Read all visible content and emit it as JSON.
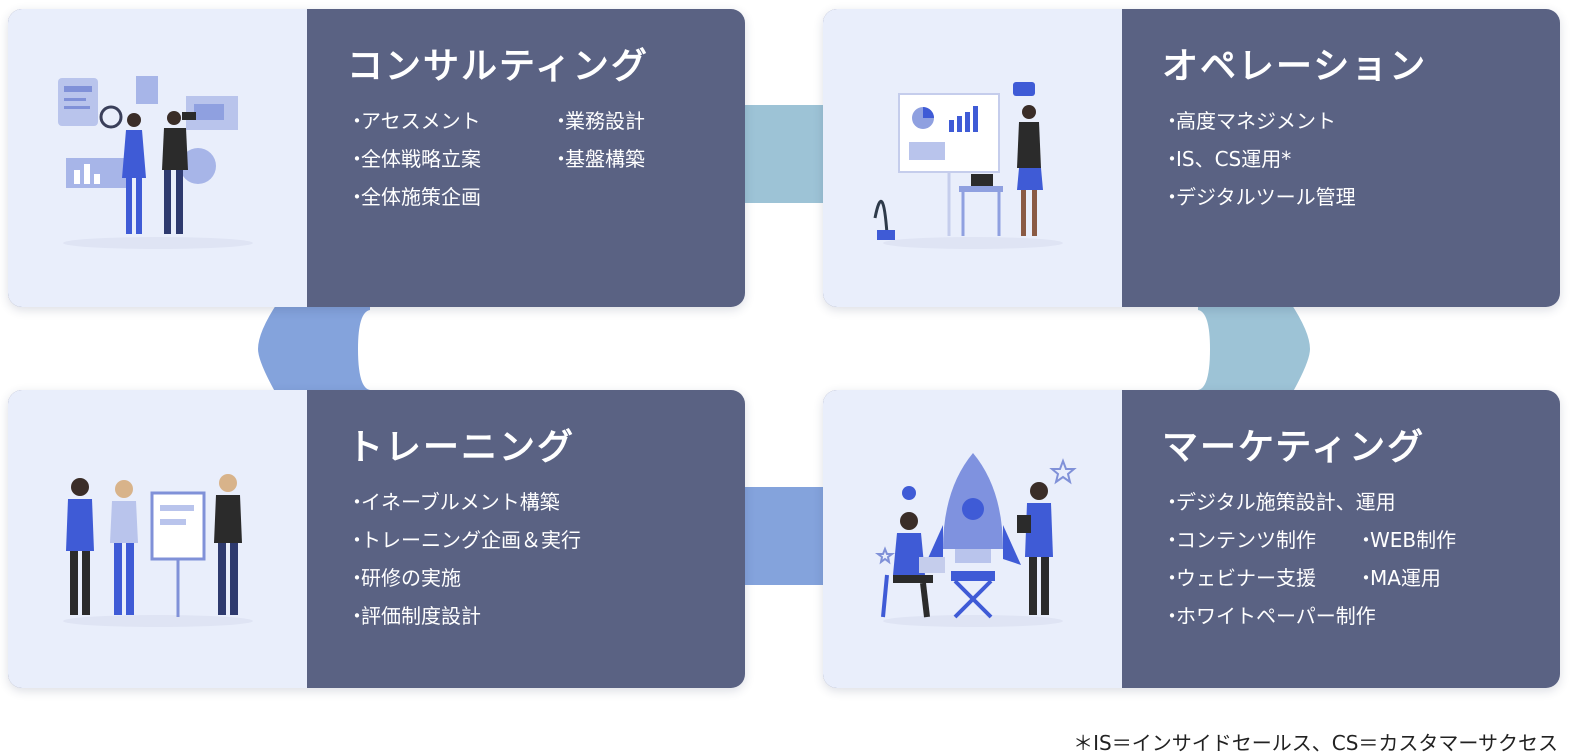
{
  "cards": [
    {
      "title": "コンサルティング",
      "items": [
        "アセスメント",
        "全体戦略立案",
        "全体施策企画",
        "業務設計",
        "基盤構築"
      ]
    },
    {
      "title": "オペレーション",
      "items": [
        "高度マネジメント",
        "IS、CS運用*",
        "デジタルツール管理"
      ]
    },
    {
      "title": "トレーニング",
      "items": [
        "イネーブルメント構築",
        "トレーニング企画＆実行",
        "研修の実施",
        "評価制度設計"
      ]
    },
    {
      "title": "マーケティング",
      "items": [
        "デジタル施策設計、運用",
        "コンテンツ制作",
        "WEB制作",
        "ウェビナー支援",
        "MA運用",
        "ホワイトペーパー制作"
      ]
    }
  ],
  "bullet": "・",
  "footnote": "＊IS＝インサイドセールス、CS＝カスタマーサクセス",
  "colors": {
    "card_bg": "#5a6283",
    "illustration_bg": "#e9eefb",
    "connector_teal": "#9dc3d6",
    "connector_blue": "#84a3dc",
    "accent_blue": "#3f5bd6"
  }
}
